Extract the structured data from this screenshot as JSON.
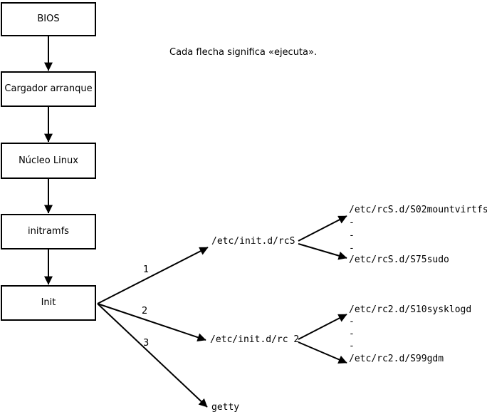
{
  "diagram": {
    "caption": "Cada flecha significa «ejecuta».",
    "boot_chain": [
      {
        "label": "BIOS"
      },
      {
        "label": "Cargador arranque"
      },
      {
        "label": "Núcleo Linux"
      },
      {
        "label": "initramfs"
      },
      {
        "label": "Init"
      }
    ],
    "init_branches": [
      {
        "number": "1",
        "target": "/etc/init.d/rcS"
      },
      {
        "number": "2",
        "target": "/etc/init.d/rc 2"
      },
      {
        "number": "3",
        "target": "getty"
      }
    ],
    "rcS_scripts": {
      "first": "/etc/rcS.d/S02mountvirtfs",
      "dash1": "-",
      "dash2": "-",
      "dash3": "-",
      "last": "/etc/rcS.d/S75sudo"
    },
    "rc2_scripts": {
      "first": "/etc/rc2.d/S10sysklogd",
      "dash1": "-",
      "dash2": "-",
      "dash3": "-",
      "last": "/etc/rc2.d/S99gdm"
    },
    "colors": {
      "foreground": "#000000",
      "background": "#ffffff"
    }
  }
}
